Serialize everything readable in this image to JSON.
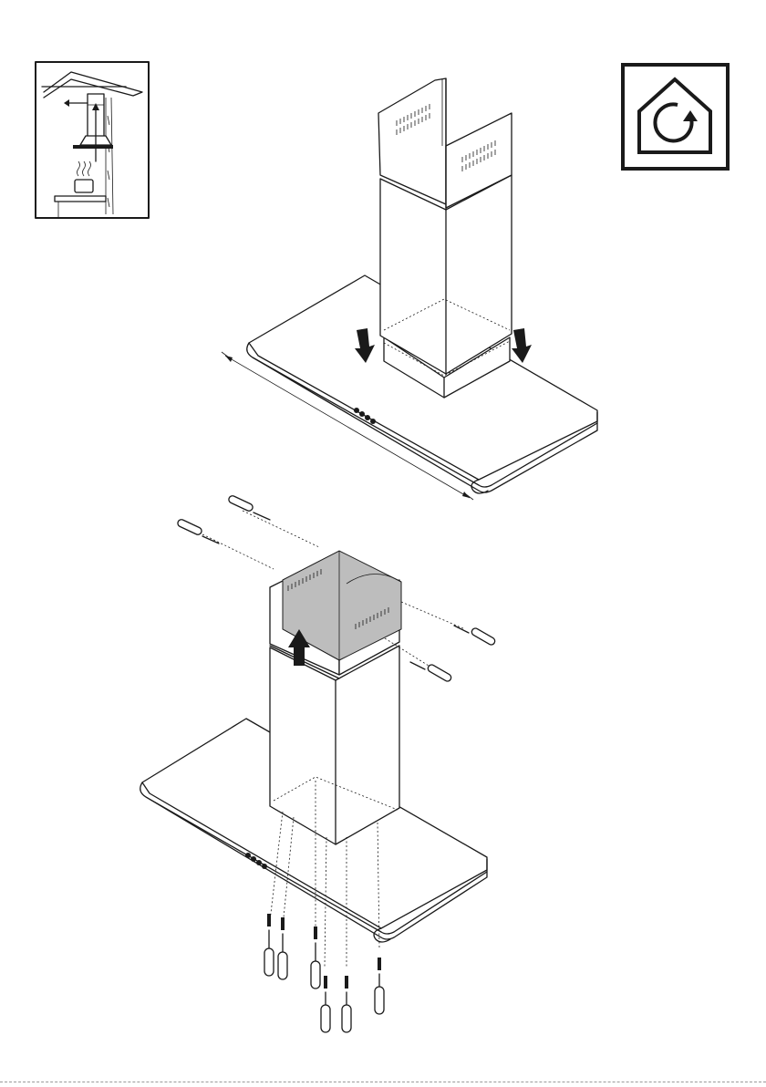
{
  "document": {
    "figures": [
      {
        "name": "installation-overview",
        "icon": "range-hood-airflow-illustration"
      },
      {
        "name": "recirculation-mode",
        "icon": "house-recirculation-icon"
      },
      {
        "name": "chimney-placement",
        "icon": "arrow-down-icon"
      },
      {
        "name": "chimney-fixing",
        "icon": "screwdriver-icon"
      }
    ],
    "colors": {
      "line": "#1a1a1a",
      "highlight": "#bdbdbd",
      "background": "#ffffff"
    }
  }
}
